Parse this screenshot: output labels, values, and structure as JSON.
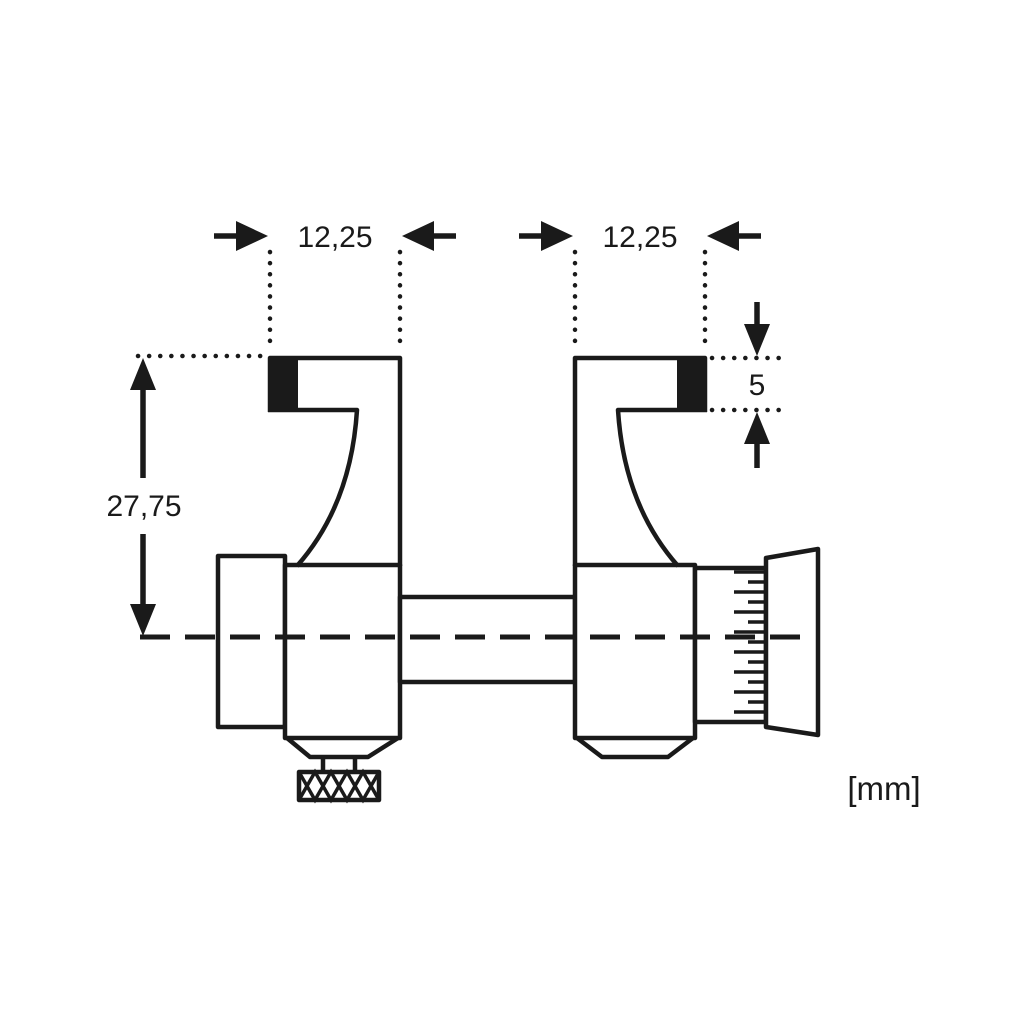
{
  "drawing": {
    "unit_label": "[mm]",
    "dimensions": {
      "left_jaw_width": "12,25",
      "right_jaw_width": "12,25",
      "tip_height": "5",
      "jaw_height": "27,75"
    },
    "colors": {
      "line": "#1a1a1a",
      "measuring_face_fill": "#000000",
      "background": "#ffffff"
    }
  }
}
